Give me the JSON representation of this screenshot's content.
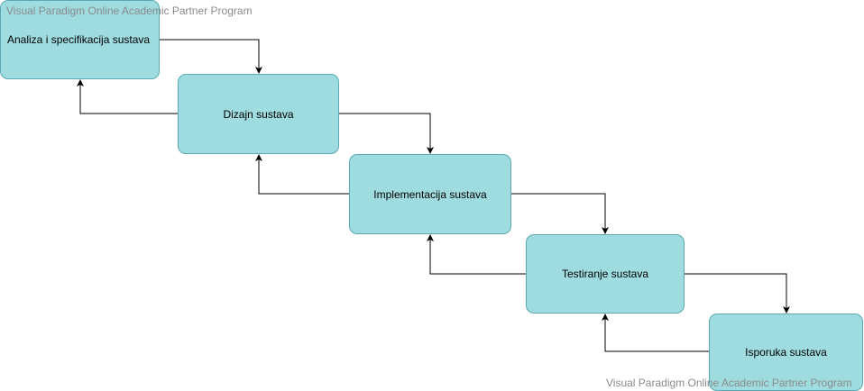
{
  "diagram": {
    "fill_color": "#9fdce0",
    "stroke_color": "#5aa9b4",
    "arrow_color": "#000000",
    "watermark_color": "#8a8a8a",
    "steps": [
      {
        "label": "Analiza i specifikacija sustava"
      },
      {
        "label": "Dizajn sustava"
      },
      {
        "label": "Implementacija sustava"
      },
      {
        "label": "Testiranje sustava"
      },
      {
        "label": "Isporuka sustava"
      }
    ],
    "connections": [
      {
        "from": "Analiza i specifikacija sustava",
        "to": "Dizajn sustava",
        "direction": "forward"
      },
      {
        "from": "Dizajn sustava",
        "to": "Implementacija sustava",
        "direction": "forward"
      },
      {
        "from": "Implementacija sustava",
        "to": "Testiranje sustava",
        "direction": "forward"
      },
      {
        "from": "Testiranje sustava",
        "to": "Isporuka sustava",
        "direction": "forward"
      },
      {
        "from": "Dizajn sustava",
        "to": "Analiza i specifikacija sustava",
        "direction": "feedback"
      },
      {
        "from": "Implementacija sustava",
        "to": "Dizajn sustava",
        "direction": "feedback"
      },
      {
        "from": "Testiranje sustava",
        "to": "Implementacija sustava",
        "direction": "feedback"
      },
      {
        "from": "Isporuka sustava",
        "to": "Testiranje sustava",
        "direction": "feedback"
      }
    ]
  },
  "watermarks": {
    "top": "Visual Paradigm Online Academic Partner Program",
    "bottom": "Visual Paradigm Online Academic Partner Program"
  }
}
